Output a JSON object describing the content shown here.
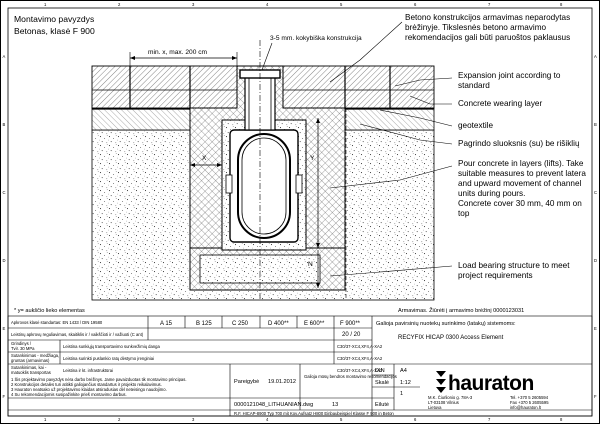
{
  "title": {
    "line1": "Montavimo pavyzdys",
    "line2": "Betonas, klasė F 900"
  },
  "edge_marks": {
    "columns": [
      "1",
      "2",
      "3",
      "4",
      "5",
      "6",
      "7",
      "8"
    ],
    "rows": [
      "A",
      "B",
      "C",
      "D",
      "E",
      "F"
    ]
  },
  "dimensions": {
    "min_x": "min. x, max. 200 cm",
    "kokybiska": "3-5 mm. kokybiška konstrukcija",
    "x_label": "X",
    "y_label": "Y",
    "n_label": "N"
  },
  "annotations": {
    "top_note": [
      "Betono konstrukcijos armavimas neparodytas",
      "brėžinyje. Tikslesnės betono armavimo",
      "rekomendacijos gali būti paruoštos paklausus"
    ],
    "expansion": [
      "Expansion joint according to",
      "standard"
    ],
    "wearing": "Concrete wearing layer",
    "geotextile": "geotextile",
    "pagrindo": "Pagrindo sluoksnis (su) be rišiklių",
    "pour": [
      "Pour concrete in layers (lifts). Take",
      "suitable measures to prevent latera",
      "and upward movement of channel",
      "units during pours.",
      "Concrete cover 30 mm, 40 mm on",
      "top"
    ],
    "load": [
      "Load bearing structure to meet",
      "project requirements"
    ]
  },
  "footnote": "* y= aukščio lieko elementas",
  "armavimas": "Armavimas. Žiūrėti į armavimo brėžinį 0000123031",
  "classes_table": {
    "standard": "Apkrovos klasė standartas: EN 1433 / DIN 19580",
    "classes": [
      "A 15",
      "B 125",
      "C 250",
      "D 400**",
      "E 600**",
      "F 900**"
    ],
    "row2_label": "Leistinų apkrovų reguliavimas, skaitiklis ir / vaikščioti ir / važiuoti (C ant)",
    "row2_value": "20 / 20",
    "rows": [
      {
        "label1": "Grindinys /",
        "label2": "Tvir. 30 MPa",
        "text": "Leistina sunkiųjų transportavimo sunkvežimių danga",
        "code": "C30/37-XC4,XF4,A-XA2"
      },
      {
        "label1": "Sutankinimas - medžiaga,",
        "label2": "gruntas (armavimas)",
        "text": "Leistina surinkti puslankio ratų dėstymo įrenginiai",
        "code": "C30/37-XC4,XF4,A-XA2"
      },
      {
        "label1": "Sutankinimas, kai -",
        "label2": "matuoklis transportas",
        "text": "Leistina ir kt. infrastruktūrai",
        "code": "C30/37-XC4,XF4,A-XA2"
      }
    ]
  },
  "right_block": {
    "text": "Galioja pavirsinių nuotekų surinkimo (latakų) sistemoms:",
    "product": "RECYFIX HICAP 0300 Access Element"
  },
  "legal_text": [
    "1 Šis projektavimo pavyzdys nėra darbo brėžinys. Jame pavaizduotas tik montavimo principas.",
    "2 Konstrukcijos detalės turi atitikti galiojančius standartus ir projekto reikalavimus.",
    "3 Hauraton neatsako už projektavimo klaidas atsiradusias dėl neteisingo naudojimo.",
    "4 Su rekomendacijomis susipažinkite prieš montavimo darbus."
  ],
  "pareigos": "Pareigybė",
  "date": "19.01.2012",
  "galioja": "Galioja mūsų bendros montavimo rekomendacijos",
  "file": "0000121048_LITHUANIAN.dwg",
  "sheet_num": "13",
  "din_label": "DIN",
  "din_value": "A4",
  "skale_label": "Skalė",
  "skale_value": "1:12",
  "eilute_label": "Eilutė",
  "eilute_value": "1",
  "bottom_desc": "R.F. HICAP-8900 Typ 700 mit Kov.Aufsatz H800 Einbaubeispiel Klasse F 900 in Beton",
  "logo": "hauraton",
  "address": [
    "M.K. Čiurlionio g. 78A-3",
    "LT-03108 Vilnius",
    "Lietuva"
  ],
  "contact": [
    "Tel. +370 5 2605594",
    "Fax +370 5 2605595",
    "info@hauraton.lt"
  ]
}
